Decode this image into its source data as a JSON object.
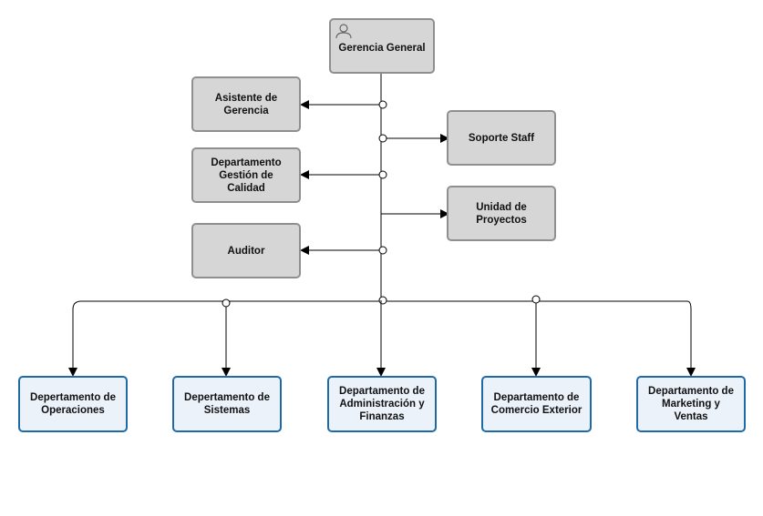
{
  "chart": {
    "root": {
      "label": "Gerencia General",
      "icon": "user-icon"
    },
    "left_staff": [
      {
        "label": "Asistente de\nGerencia"
      },
      {
        "label": "Departamento\nGestión de Calidad"
      },
      {
        "label": "Auditor"
      }
    ],
    "right_staff": [
      {
        "label": "Soporte Staff"
      },
      {
        "label": "Unidad de\nProyectos"
      }
    ],
    "departments": [
      {
        "label": "Depertamento de\nOperaciones"
      },
      {
        "label": "Depertamento de\nSistemas"
      },
      {
        "label": "Departamento de\nAdministración y\nFinanzas"
      },
      {
        "label": "Departamento de\nComercio Exterior"
      },
      {
        "label": "Departamento de\nMarketing y Ventas"
      }
    ]
  },
  "colors": {
    "staff_fill": "#d6d6d6",
    "staff_border": "#8f8f8f",
    "dept_fill": "#ebf2fa",
    "dept_border": "#1f6aa5",
    "connector": "#000000"
  }
}
